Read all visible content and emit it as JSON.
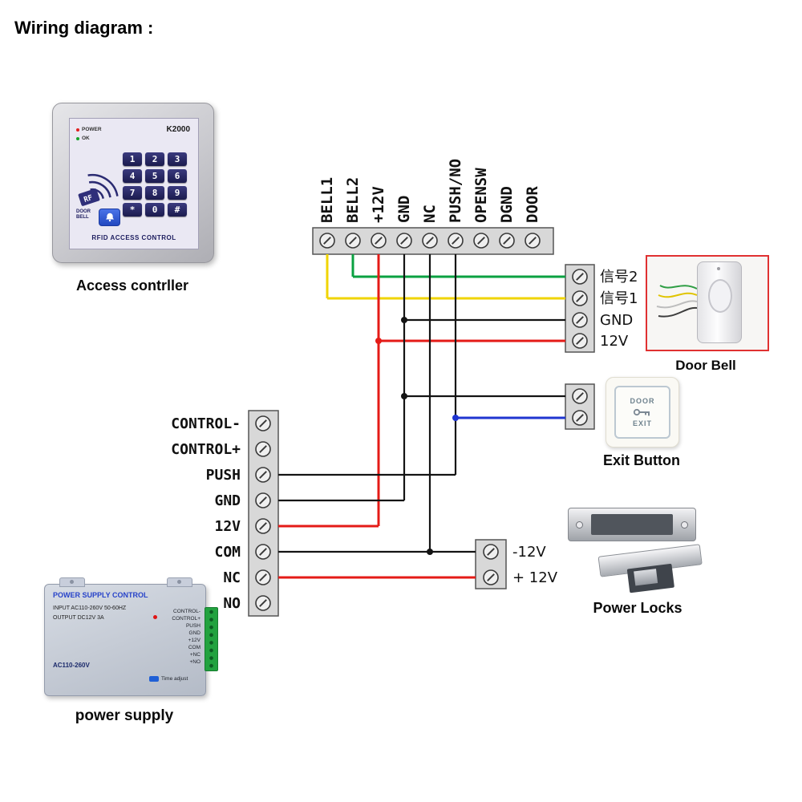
{
  "title": "Wiring diagram :",
  "colors": {
    "wire_black": "#141414",
    "wire_red": "#e41b17",
    "wire_yellow": "#f0d400",
    "wire_green": "#0aa141",
    "wire_blue": "#1f35d0",
    "doorbell_border": "#e03131",
    "key_navy": "#1b1b4e",
    "psu_title_blue": "#2743c9"
  },
  "controller": {
    "caption": "Access contrller",
    "model": "K2000",
    "power_label": "POWER",
    "ok_label": "OK",
    "rf_label": "RF",
    "doorbell_label": "DOOR\nBELL",
    "footer": "RFID ACCESS CONTROL",
    "keys": [
      "1",
      "2",
      "3",
      "4",
      "5",
      "6",
      "7",
      "8",
      "9",
      "*",
      "0",
      "#"
    ]
  },
  "top_block": {
    "labels": [
      "BELL1",
      "BELL2",
      "+12V",
      "GND",
      "NC",
      "PUSH/NO",
      "OPENSW",
      "DGND",
      "DOOR"
    ]
  },
  "left_block": {
    "labels": [
      "CONTROL-",
      "CONTROL+",
      "PUSH",
      "GND",
      "12V",
      "COM",
      "NC",
      "NO"
    ]
  },
  "doorbell": {
    "caption": "Door Bell",
    "terminals": [
      "信号2",
      "信号1",
      "GND",
      "12V"
    ]
  },
  "exit_button": {
    "caption": "Exit Button",
    "door_label": "DOOR",
    "exit_label": "EXIT"
  },
  "power_lock": {
    "caption": "Power Locks",
    "terminals": [
      "-12V",
      "+ 12V"
    ]
  },
  "power_supply": {
    "caption": "power supply",
    "title": "POWER SUPPLY CONTROL",
    "input_line": "INPUT AC110-260V 50-60HZ",
    "output_line": "OUTPUT DC12V  3A",
    "ports": [
      "CONTROL-",
      "CONTROL+",
      "PUSH",
      "GND",
      "+12V",
      "COM",
      "+NC",
      "+NO"
    ],
    "voltage": "AC110-260V",
    "time_label": "Time adjust"
  }
}
